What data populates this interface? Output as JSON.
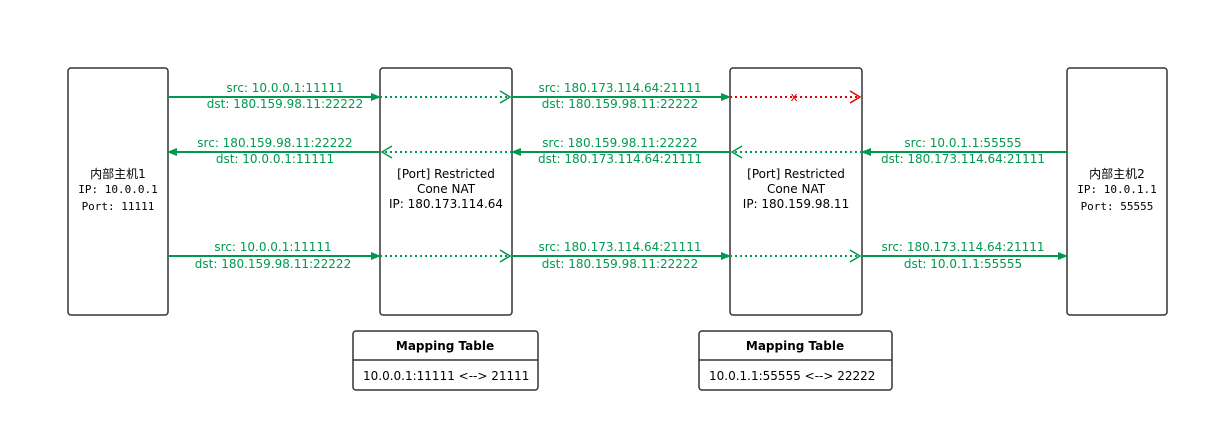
{
  "colors": {
    "arrow": "#00994d",
    "blocked": "#e60000",
    "node_stroke": "#333333",
    "text": "#000000",
    "background": "#ffffff"
  },
  "nodes": {
    "host1": {
      "title": "内部主机1",
      "ip": "IP: 10.0.0.1",
      "port": "Port: 11111"
    },
    "nat1": {
      "line1": "[Port] Restricted",
      "line2": "Cone NAT",
      "ip": "IP: 180.173.114.64"
    },
    "nat2": {
      "line1": "[Port] Restricted",
      "line2": "Cone NAT",
      "ip": "IP: 180.159.98.11"
    },
    "host2": {
      "title": "内部主机2",
      "ip": "IP: 10.0.1.1",
      "port": "Port: 55555"
    }
  },
  "tables": {
    "nat1": {
      "header": "Mapping Table",
      "row": "10.0.0.1:11111 <--> 21111"
    },
    "nat2": {
      "header": "Mapping Table",
      "row": "10.0.1.1:55555 <--> 22222"
    }
  },
  "flows": {
    "row1": {
      "seg1": {
        "src": "src: 10.0.0.1:11111",
        "dst": "dst: 180.159.98.11:22222"
      },
      "seg2": {
        "src": "src: 180.173.114.64:21111",
        "dst": "dst: 180.159.98.11:22222"
      },
      "blocked_mark": "x"
    },
    "row2": {
      "seg1": {
        "src": "src: 10.0.1.1:55555",
        "dst": "dst: 180.173.114.64:21111"
      },
      "seg2": {
        "src": "src: 180.159.98.11:22222",
        "dst": "dst: 180.173.114.64:21111"
      },
      "seg3": {
        "src": "src: 180.159.98.11:22222",
        "dst": "dst: 10.0.0.1:11111"
      }
    },
    "row3": {
      "seg1": {
        "src": "src: 10.0.0.1:11111",
        "dst": "dst: 180.159.98.11:22222"
      },
      "seg2": {
        "src": "src: 180.173.114.64:21111",
        "dst": "dst: 180.159.98.11:22222"
      },
      "seg3": {
        "src": "src: 180.173.114.64:21111",
        "dst": "dst: 10.0.1.1:55555"
      }
    }
  }
}
